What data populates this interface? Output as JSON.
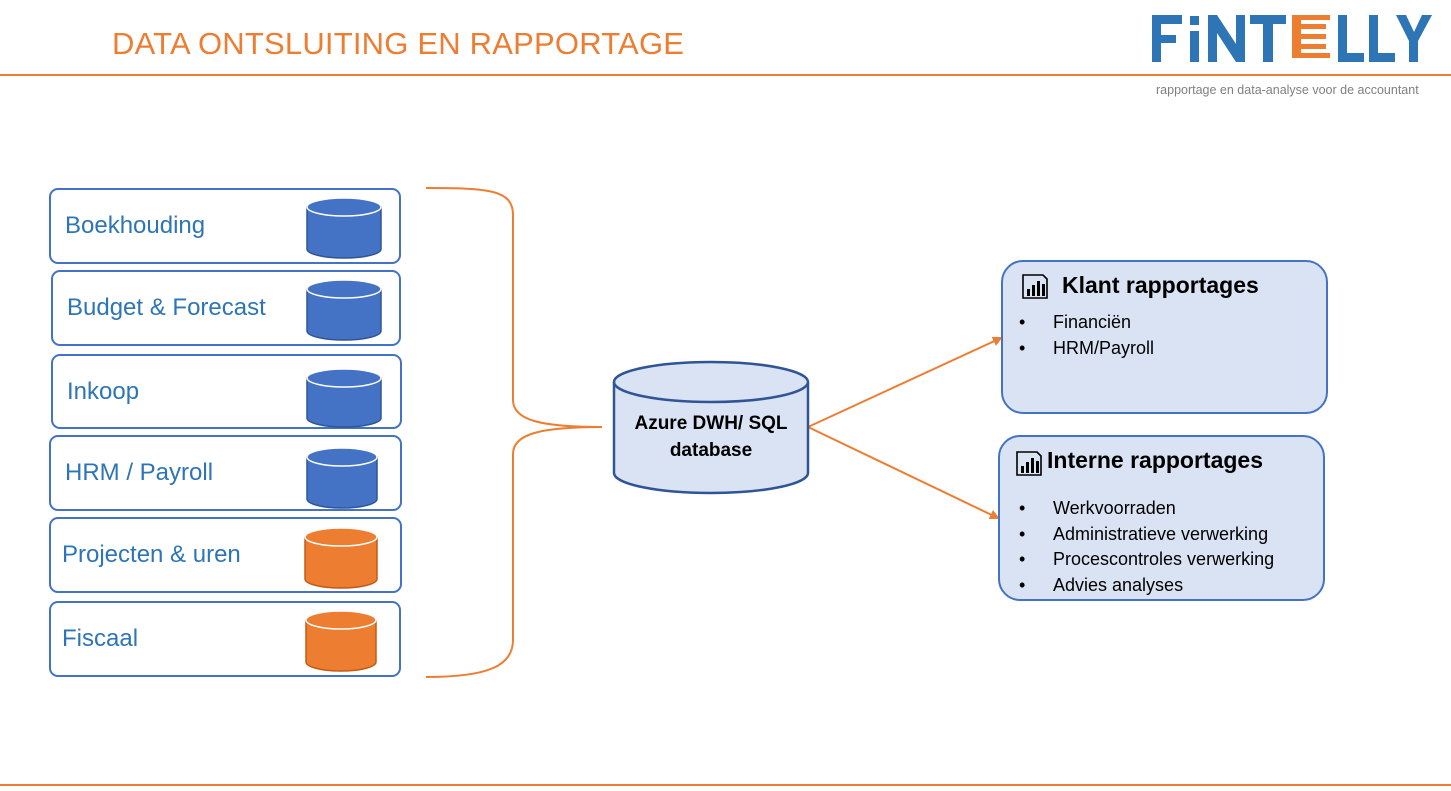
{
  "header": {
    "title": "DATA ONTSLUITING EN RAPPORTAGE",
    "logo_text": "FINTELLY",
    "tagline": "rapportage en data-analyse voor de accountant"
  },
  "sources": [
    {
      "label": "Boekhouding",
      "db_color": "blue"
    },
    {
      "label": "Budget & Forecast",
      "db_color": "blue"
    },
    {
      "label": "Inkoop",
      "db_color": "blue"
    },
    {
      "label": "HRM / Payroll",
      "db_color": "blue"
    },
    {
      "label": "Projecten & uren",
      "db_color": "orange"
    },
    {
      "label": "Fiscaal",
      "db_color": "orange"
    }
  ],
  "database": {
    "line1": "Azure DWH/ SQL",
    "line2": "database"
  },
  "reports": [
    {
      "title": "Klant rapportages",
      "items": [
        "Financiën",
        "HRM/Payroll"
      ]
    },
    {
      "title": "Interne rapportages",
      "items": [
        "Werkvoorraden",
        "Administratieve verwerking",
        "Procescontroles verwerking",
        "Advies analyses"
      ]
    }
  ],
  "colors": {
    "accent": "#ED7D31",
    "blue_db": "#4472C4",
    "blue_dark": "#2F5597",
    "orange_db": "#ED7D31",
    "orange_dark": "#C55A11",
    "label_blue": "#2E75B6",
    "panel_fill": "#DAE3F3",
    "logo_blue": "#2E75B6"
  }
}
